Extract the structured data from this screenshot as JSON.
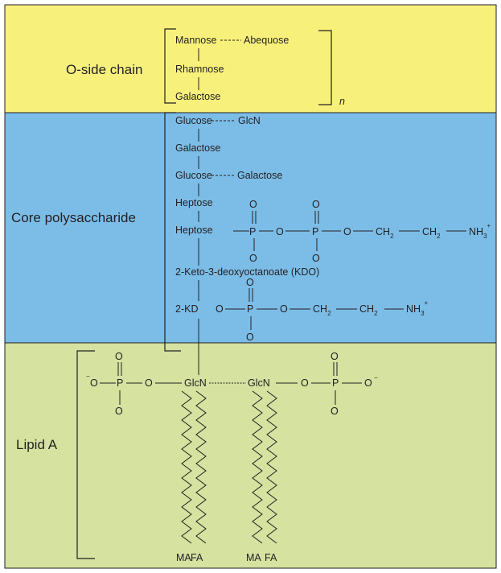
{
  "regions": {
    "o_side": {
      "label": "O-side chain",
      "color": "#f7f17c"
    },
    "core": {
      "label": "Core polysaccharide",
      "color": "#7cbde8"
    },
    "lipid": {
      "label": "Lipid A",
      "color": "#d5e2a0"
    }
  },
  "o_side_chain": {
    "mannose": "Mannose",
    "abequose": "Abequose",
    "rhamnose": "Rhamnose",
    "galactose": "Galactose",
    "repeat": "n"
  },
  "core": {
    "glucose_1": "Glucose",
    "glcn": "GlcN",
    "galactose_1": "Galactose",
    "glucose_2": "Glucose",
    "galactose_2": "Galactose",
    "heptose_1": "Heptose",
    "heptose_2": "Heptose",
    "kdo": "2-Keto-3-deoxyoctanoate (KDO)",
    "kd": "2-KD"
  },
  "atoms": {
    "P": "P",
    "O": "O",
    "CH": "CH",
    "NH": "NH",
    "sub2": "2",
    "sub3": "3",
    "plus": "+",
    "minus": "−"
  },
  "lipid_a": {
    "glcn_left": "GlcN",
    "glcn_right": "GlcN",
    "fa_left_1": "MA",
    "fa_left_2": "FA",
    "fa_right_1": "MA",
    "fa_right_2": "FA"
  }
}
